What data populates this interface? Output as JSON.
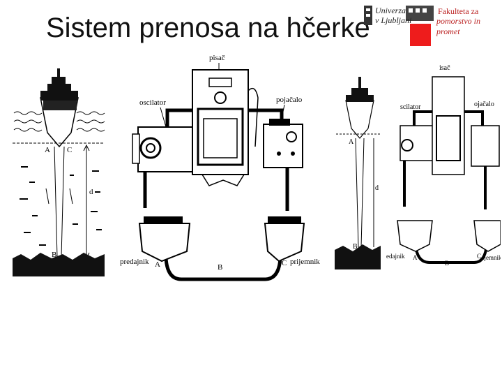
{
  "slide": {
    "title": "Sistem prenosa na hčerke"
  },
  "logo": {
    "university_line1": "Univerza",
    "university_line2": "v Ljubljani",
    "faculty_line1": "Fakulteta za",
    "faculty_line2": "pomorstvo in promet",
    "accent_color": "#ee1c1c"
  },
  "diagram_left": {
    "label_pisac": "pisač",
    "label_oscilator": "oscilator",
    "label_pojacalo": "pojačalo",
    "label_predajnik": "predajnik",
    "label_prijemnik": "prijemnik",
    "label_a": "A",
    "label_b": "B",
    "label_c": "C",
    "label_d": "d",
    "ship_label_a": "A",
    "ship_label_c": "C",
    "ship_label_b": "B"
  },
  "diagram_right": {
    "label_pisac": "isač",
    "label_oscilator": "scilator",
    "label_pojacalo": "ojačalo",
    "label_predajnik": "edajnik",
    "label_prijemnik": "ijemnik",
    "label_a": "A",
    "label_b": "B",
    "label_c": "C",
    "label_d": "d",
    "ship_label_a": "A",
    "ship_label_b": "B"
  }
}
